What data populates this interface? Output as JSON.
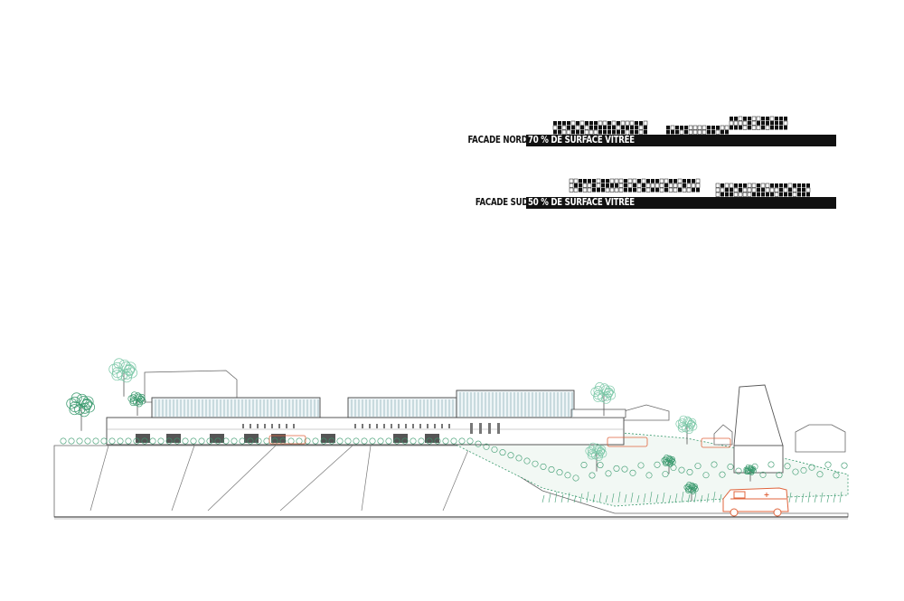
{
  "facades": [
    {
      "label": "FACADE NORD",
      "ratio_text": "70 % DE SURFACE VITRÉE",
      "glazing_fraction": 0.7
    },
    {
      "label": "FACADE SUD",
      "ratio_text": "50 % DE SURFACE VITRÉE",
      "glazing_fraction": 0.5
    }
  ],
  "colors": {
    "ink": "#111111",
    "line": "#555555",
    "vegetation": "#3a9a6e",
    "vegetation_light": "#7cc8a8",
    "vehicle": "#e0643c",
    "glass": "#9fc7cf",
    "ground_fill": "#eef4f0"
  }
}
